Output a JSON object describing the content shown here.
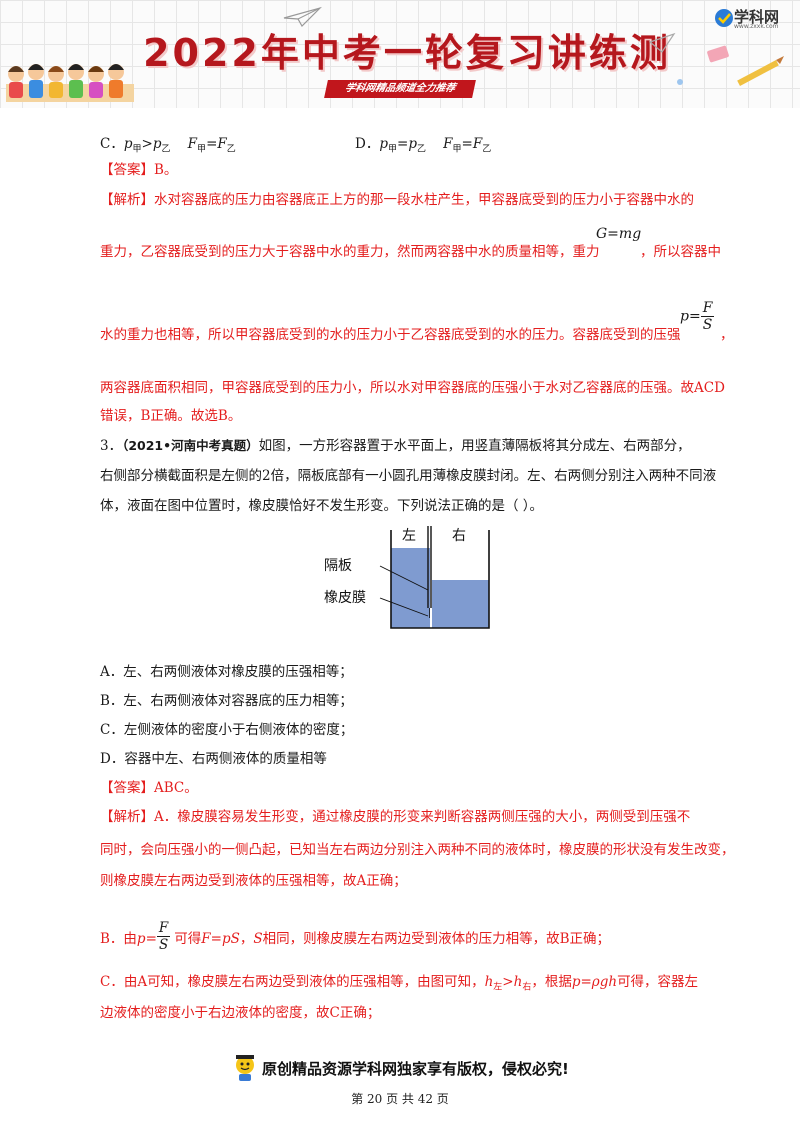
{
  "header": {
    "title": "2022年中考一轮复习讲练测",
    "ribbon": "学科网精品频道全力推荐",
    "logo_name": "学科网",
    "logo_url": "www.zxxk.com",
    "colors": {
      "title": "#b5171d",
      "ribbon": "#c1161c"
    }
  },
  "prev_question": {
    "option_c": {
      "letter": "C．",
      "parts": [
        "p",
        "甲",
        ">",
        "p",
        "乙",
        "F",
        "甲",
        "=",
        "F",
        "乙"
      ]
    },
    "option_d": {
      "letter": "D．",
      "parts": [
        "p",
        "甲",
        "=",
        "p",
        "乙",
        "F",
        "甲",
        "=",
        "F",
        "乙"
      ]
    },
    "answer": "【答案】B。",
    "analysis_tag": "【解析】",
    "analysis_l1": "水对容器底的压力由容器底正上方的那一段水柱产生，甲容器底受到的压力小于容器中水的",
    "analysis_l2": "重力，乙容器底受到的压力大于容器中水的重力，然而两容器中水的质量相等，重力",
    "formula_g": "G=mg",
    "analysis_l2b": "，所以容器中",
    "analysis_l3": "水的重力也相等，所以甲容器底受到的水的压力小于乙容器底受到的水的压力。容器底受到的压强",
    "formula_p_lhs": "p=",
    "formula_p_num": "F",
    "formula_p_den": "S",
    "analysis_l3b": "，",
    "analysis_l4": "两容器底面积相同，甲容器底受到的压力小，所以水对甲容器底的压强小于水对乙容器底的压强。故ACD",
    "analysis_l5": "错误，B正确。故选B。"
  },
  "question3": {
    "number": "3．",
    "source": "（2021•河南中考真题）",
    "stem_l1": "如图，一方形容器置于水平面上，用竖直薄隔板将其分成左、右两部分，",
    "stem_l2": "右侧部分横截面积是左侧的2倍，隔板底部有一小圆孔用薄橡皮膜封闭。左、右两侧分别注入两种不同液",
    "stem_l3": "体，液面在图中位置时，橡皮膜恰好不发生形变。下列说法正确的是（   ）。",
    "figure": {
      "label_left": "左",
      "label_right": "右",
      "label_partition": "隔板",
      "label_membrane": "橡皮膜",
      "liquid_color": "#7f9bd0"
    },
    "options": [
      "A．左、右两侧液体对橡皮膜的压强相等；",
      "B．左、右两侧液体对容器底的压力相等；",
      "C．左侧液体的密度小于右侧液体的密度；",
      "D．容器中左、右两侧液体的质量相等"
    ],
    "answer": "【答案】ABC。",
    "analysis_tag": "【解析】",
    "analysis_a1": "A．橡皮膜容易发生形变，通过橡皮膜的形变来判断容器两侧压强的大小，两侧受到压强不",
    "analysis_a2": "同时，会向压强小的一侧凸起，已知当左右两边分别注入两种不同的液体时，橡皮膜的形状没有发生改变，",
    "analysis_a3": "则橡皮膜左右两边受到液体的压强相等，故A正确；",
    "analysis_b_pre": "B．由",
    "analysis_b_formula_lhs": "p=",
    "analysis_b_num": "F",
    "analysis_b_den": "S",
    "analysis_b_mid": "可得",
    "analysis_b_f2": "F=pS",
    "analysis_b_comma": "，",
    "analysis_b_s": "S",
    "analysis_b_post": "相同，则橡皮膜左右两边受到液体的压力相等，故B正确；",
    "analysis_c_pre": "C．由A可知，橡皮膜左右两边受到液体的压强相等，由图可知，",
    "analysis_c_h1": "h",
    "analysis_c_h1_sub": "左",
    "analysis_c_gt": ">",
    "analysis_c_h2": "h",
    "analysis_c_h2_sub": "右",
    "analysis_c_mid": "，根据",
    "analysis_c_formula": "p=ρgh",
    "analysis_c_post": "可得，容器左",
    "analysis_c2": "边液体的密度小于右边液体的密度，故C正确；"
  },
  "footer": {
    "copyright": "原创精品资源学科网独家享有版权，侵权必究!",
    "page": "第 20 页 共 42 页"
  }
}
